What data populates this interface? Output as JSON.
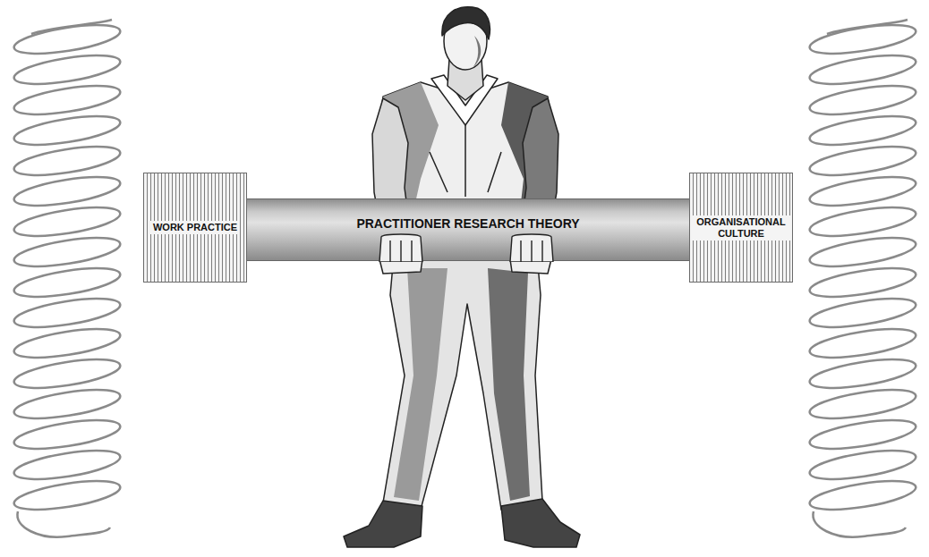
{
  "diagram": {
    "nodes": [
      {
        "text": [
          "WORK PRACTICE"
        ]
      },
      {
        "text": [
          "PRACTITIONER RESEARCH THEORY"
        ]
      },
      {
        "text": [
          "ORGANISATIONAL CULTURE"
        ]
      }
    ]
  }
}
